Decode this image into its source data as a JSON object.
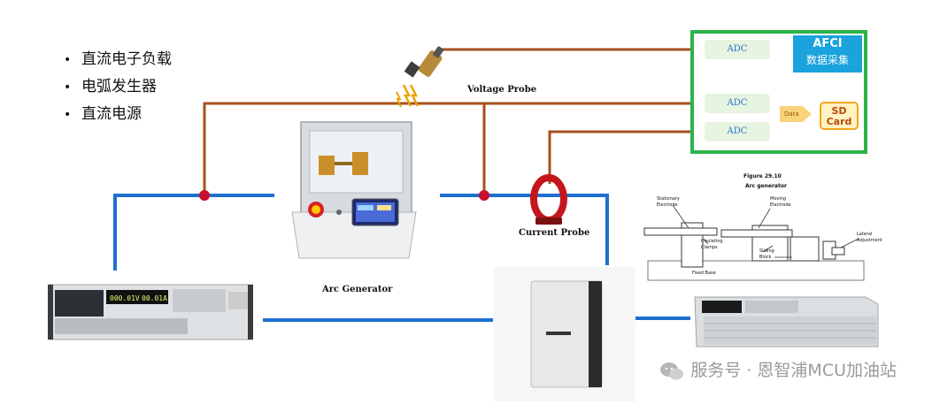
{
  "bullets": [
    "直流电子负载",
    "电弧发生器",
    "直流电源"
  ],
  "labels": {
    "voltage_probe": "Voltage Probe",
    "current_probe": "Current Probe",
    "arc_generator": "Arc Generator"
  },
  "afci": {
    "title_line1": "AFCI",
    "title_line2": "数据采集",
    "adc1": "ADC",
    "adc2": "ADC",
    "adc3": "ADC",
    "data": "Data",
    "sd_line1": "SD",
    "sd_line2": "Card"
  },
  "figure": {
    "caption1": "Figure 29.10",
    "caption2": "Arc generator",
    "stationary": "Stationary",
    "electrode1": "Electrode",
    "moving": "Moving",
    "electrode2": "Electrode",
    "insulating": "Insulating",
    "clamps": "Clamps",
    "sliding": "Sliding",
    "block": "Block",
    "lateral": "Lateral",
    "adjustment": "Adjustment",
    "fixed_base": "Fixed Base"
  },
  "load_display": {
    "v": "000.01V",
    "a": "00.01A"
  },
  "watermark": "服务号 · 恩智浦MCU加油站",
  "colors": {
    "blue_wire": "#1d6fd0",
    "brown_wire": "#a5501e",
    "node": "#c8102e",
    "afci_border": "#2db34a",
    "afci_title": "#1aa3dd"
  }
}
